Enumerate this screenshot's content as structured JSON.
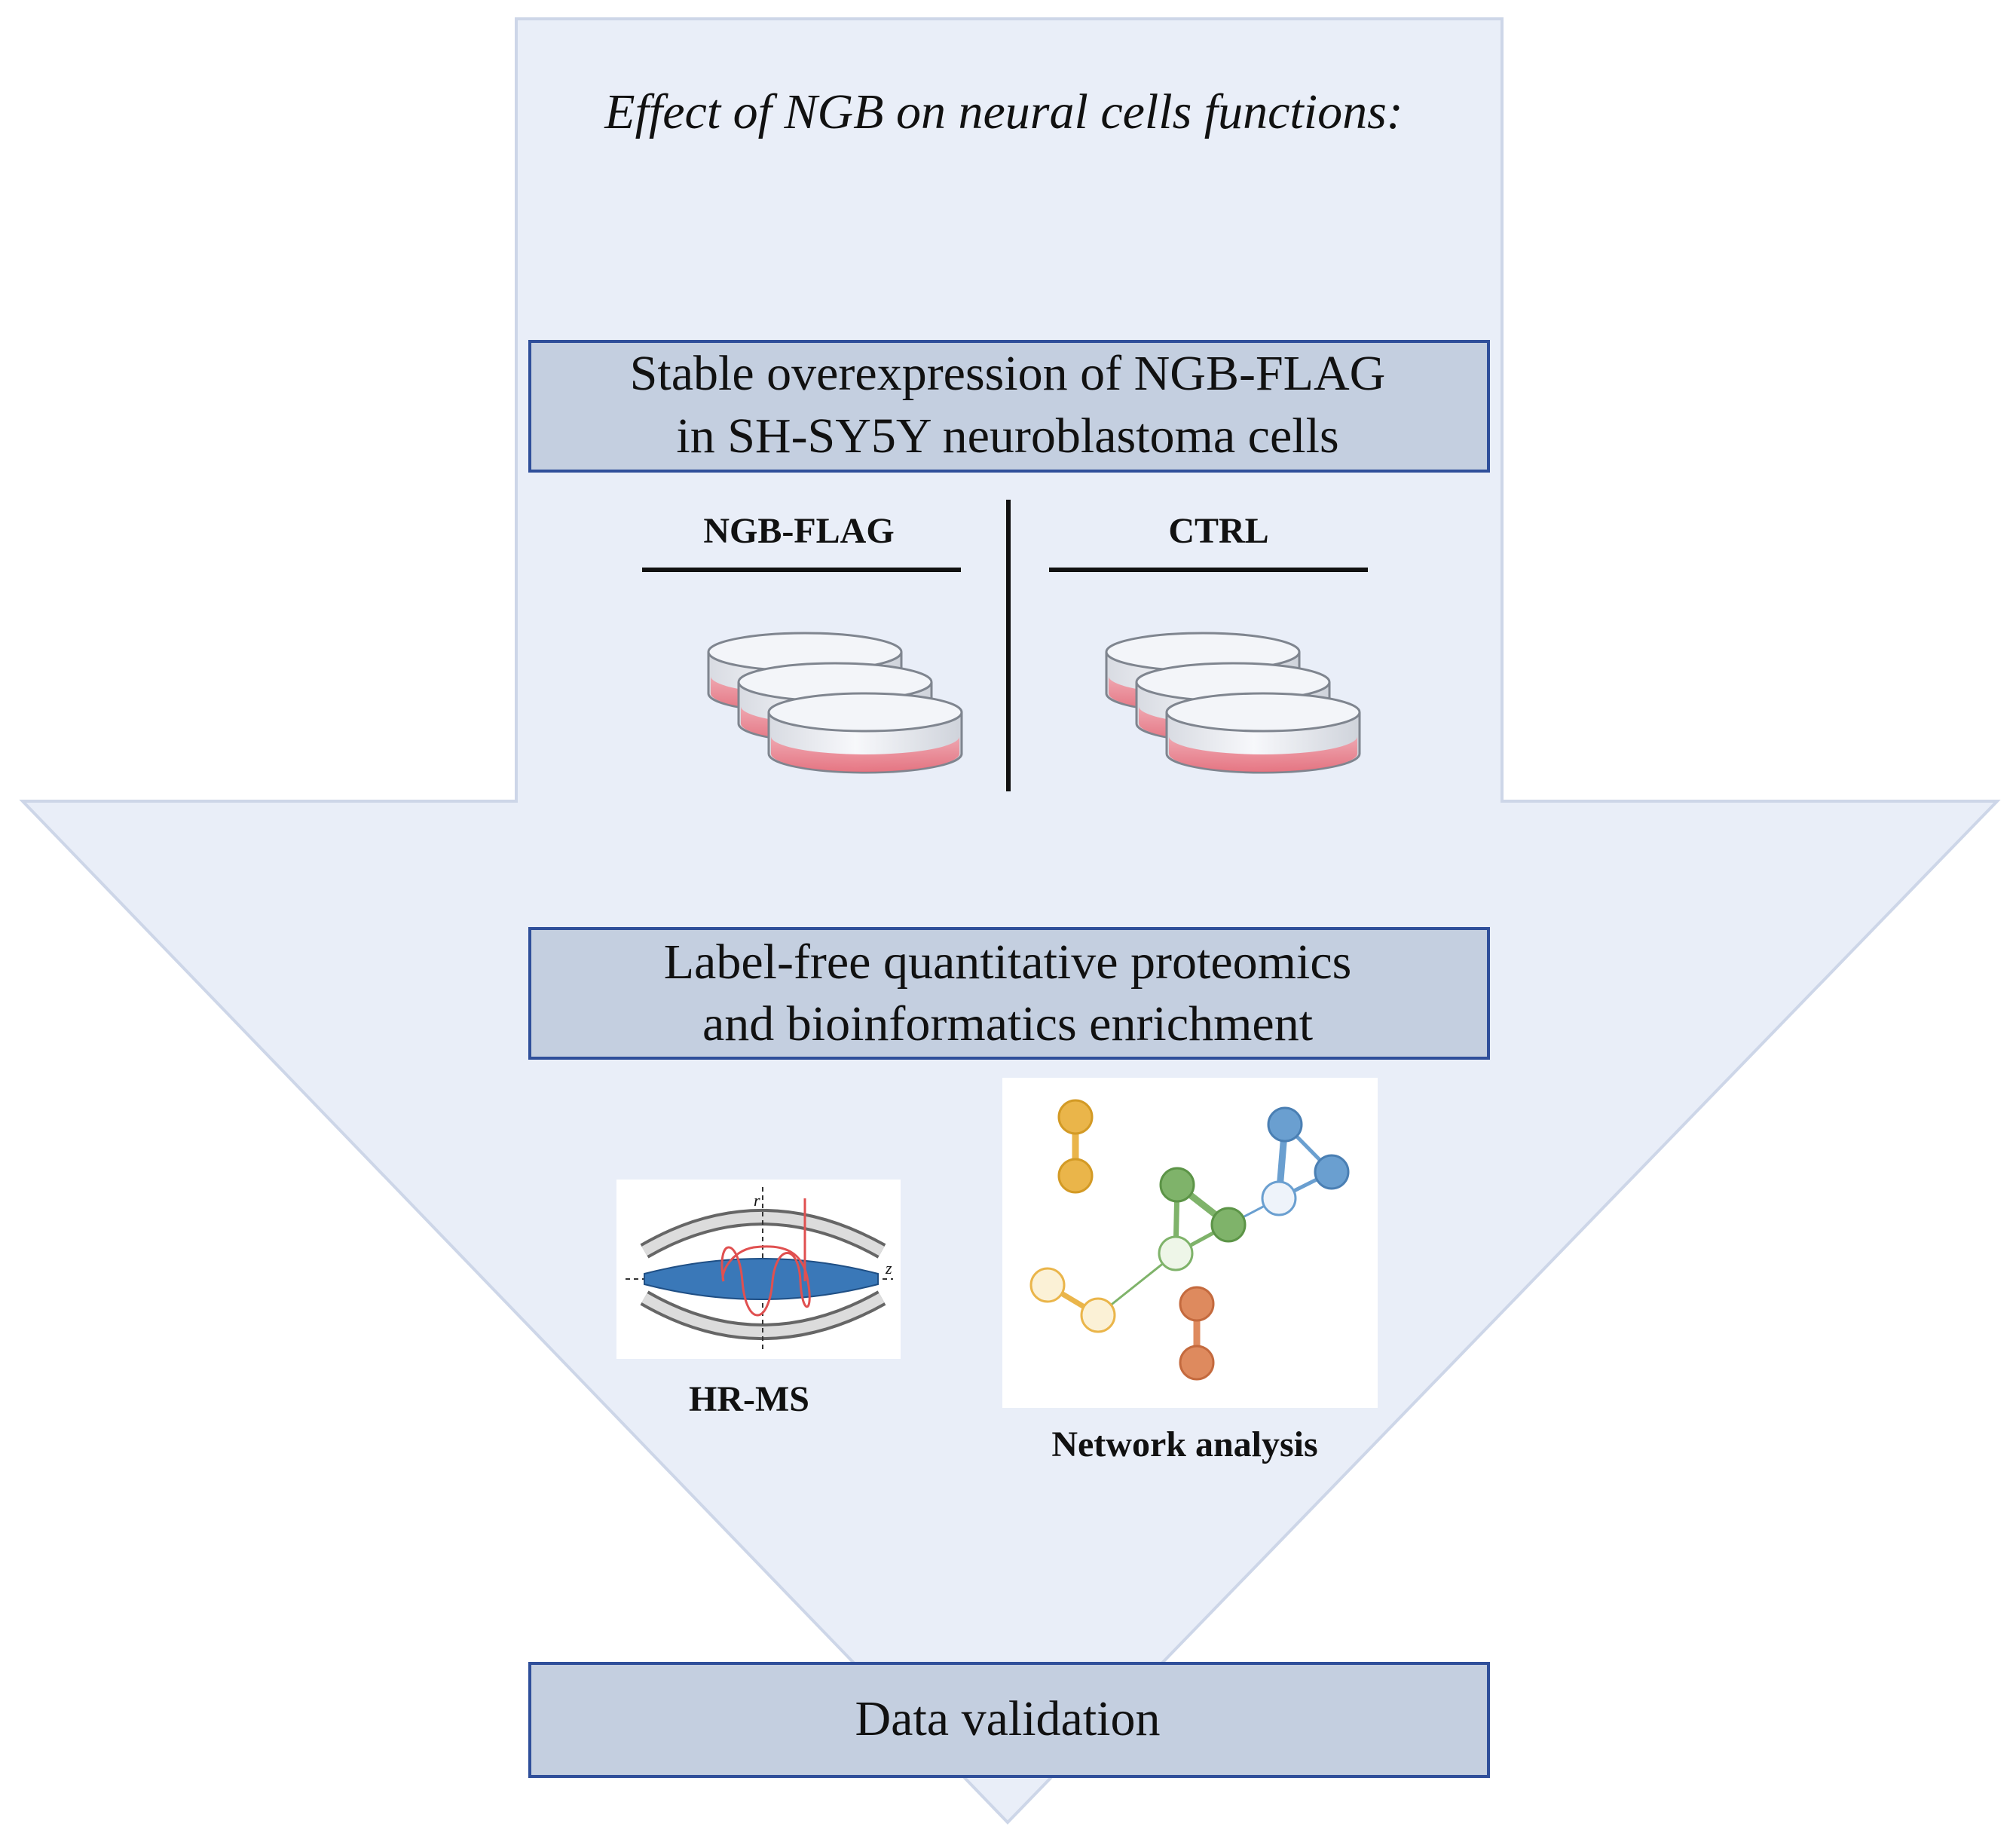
{
  "title": "Effect of NGB on neural cells functions:",
  "steps": [
    {
      "line1": "Stable overexpression of NGB-FLAG",
      "line2": "in SH-SY5Y neuroblastoma cells"
    },
    {
      "line1": "Label-free quantitative proteomics",
      "line2": "and bioinformatics enrichment"
    },
    {
      "line1": "Data validation",
      "line2": ""
    }
  ],
  "groups": {
    "left": "NGB-FLAG",
    "right": "CTRL"
  },
  "methods": {
    "ms": "HR-MS",
    "network": "Network analysis"
  },
  "colors": {
    "arrow_fill": "#e9eef8",
    "arrow_stroke": "#cdd6e8",
    "box_fill": "#c4cfe0",
    "box_stroke": "#2f4f9a",
    "dish_media": "#e8707e",
    "ms_fill": "#3a78b8",
    "ms_trace": "#e05050",
    "net_yellow": "#eab54a",
    "net_green": "#7fb36a",
    "net_blue": "#6a9fd0",
    "net_orange": "#de8a5e",
    "net_pale": "#f3e3b5"
  }
}
